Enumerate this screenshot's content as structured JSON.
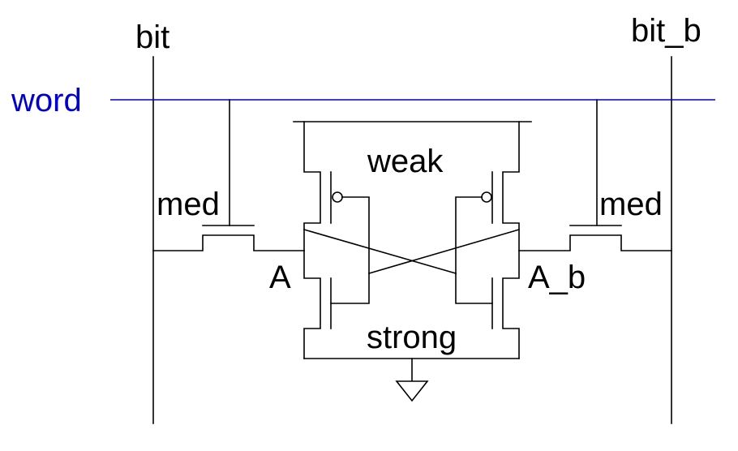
{
  "colors": {
    "wire": "#000000",
    "word_line": "#0000cc",
    "background": "#ffffff"
  },
  "labels": {
    "bit": "bit",
    "bit_b": "bit_b",
    "word": "word",
    "med_left": "med",
    "med_right": "med",
    "weak": "weak",
    "strong": "strong",
    "node_a": "A",
    "node_a_b": "A_b"
  },
  "components": {
    "pmos_pullups": 2,
    "nmos_pulldowns": 2,
    "access_transistors": 2,
    "ground_symbol": 1
  }
}
